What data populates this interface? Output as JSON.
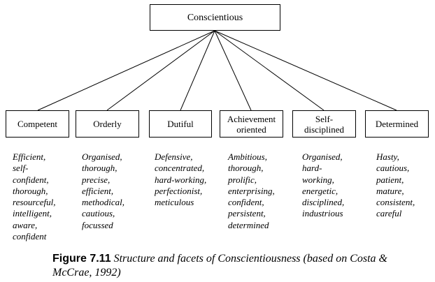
{
  "root": {
    "label": "Conscientious"
  },
  "facets": [
    {
      "label": "Competent",
      "adjectives": "Efficient,\nself-\nconfident,\nthorough,\nresourceful,\nintelligent,\naware,\nconfident"
    },
    {
      "label": "Orderly",
      "adjectives": "Organised,\nthorough,\nprecise,\nefficient,\nmethodical,\ncautious,\nfocussed"
    },
    {
      "label": "Dutiful",
      "adjectives": "Defensive,\nconcentrated,\nhard-working,\nperfectionist,\nmeticulous"
    },
    {
      "label": "Achievement\noriented",
      "adjectives": "Ambitious,\nthorough,\nprolific,\nenterprising,\nconfident,\npersistent,\ndetermined"
    },
    {
      "label": "Self-\ndisciplined",
      "adjectives": "Organised,\nhard-\nworking,\nenergetic,\ndisciplined,\nindustrious"
    },
    {
      "label": "Determined",
      "adjectives": "Hasty,\ncautious,\npatient,\nmature,\nconsistent,\ncareful"
    }
  ],
  "caption": {
    "label": "Figure 7.11",
    "text": "Structure and facets of Conscientiousness (based on Costa & McCrae, 1992)"
  }
}
